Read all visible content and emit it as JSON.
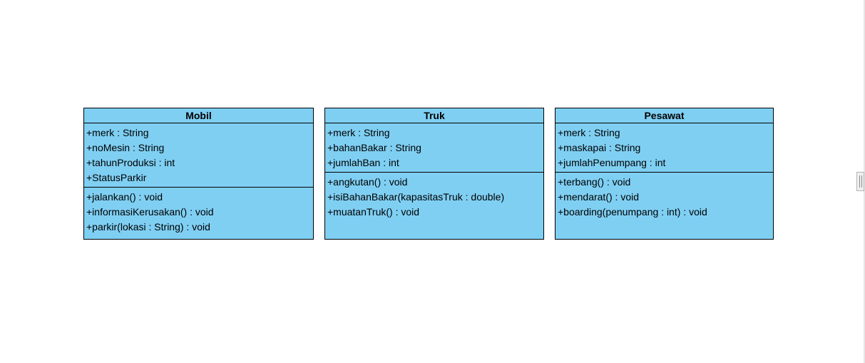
{
  "diagram": {
    "classes": [
      {
        "name": "Mobil",
        "attributes": [
          "+merk : String",
          "+noMesin : String",
          "+tahunProduksi : int",
          "+StatusParkir"
        ],
        "operations": [
          "+jalankan() : void",
          "+informasiKerusakan() : void",
          "+parkir(lokasi : String) : void"
        ]
      },
      {
        "name": "Truk",
        "attributes": [
          "+merk : String",
          "+bahanBakar : String",
          "+jumlahBan : int"
        ],
        "operations": [
          "+angkutan() : void",
          "+isiBahanBakar(kapasitasTruk : double)",
          "+muatanTruk() : void"
        ]
      },
      {
        "name": "Pesawat",
        "attributes": [
          "+merk : String",
          "+maskapai : String",
          "+jumlahPenumpang : int"
        ],
        "operations": [
          "+terbang() : void",
          "+mendarat() : void",
          "+boarding(penumpang : int) : void"
        ]
      }
    ],
    "fill_color": "#7fcff3",
    "border_color": "#000000"
  }
}
